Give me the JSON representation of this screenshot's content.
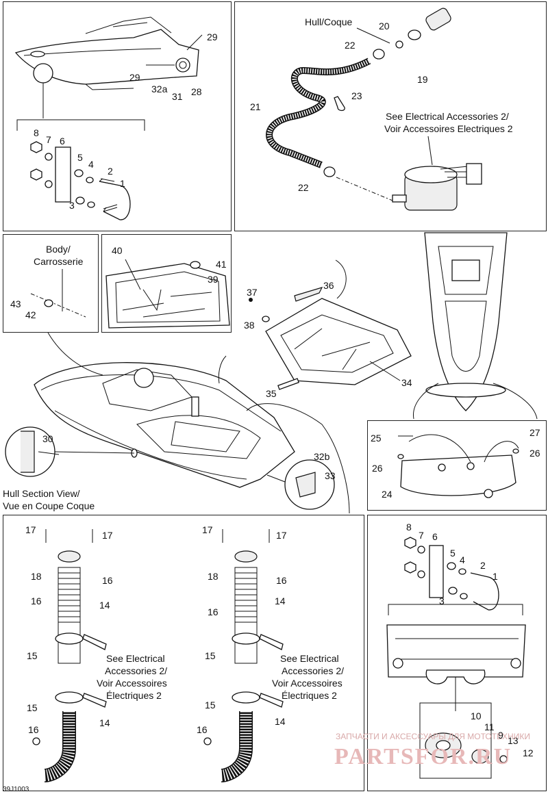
{
  "diagram_code": "39J1003",
  "watermark": {
    "top_text": "ЗАПЧАСТИ И АКСЕССУАРЫ ДЛЯ МОТОТЕХНИКИ",
    "brand_text": "PARTSFOR.RU"
  },
  "panel_stern": {
    "callouts": [
      "29",
      "29",
      "32a",
      "31",
      "28",
      "8",
      "7",
      "6",
      "5",
      "4",
      "2",
      "1",
      "3"
    ]
  },
  "panel_bilge": {
    "hull_label": "Hull/Coque",
    "see_electrical": "See Electrical Accessories 2/",
    "see_electrical_fr": "Voir Accessoires Electriques 2",
    "callouts": [
      "20",
      "22",
      "19",
      "23",
      "21",
      "22"
    ]
  },
  "panel_body": {
    "body_label": "Body/",
    "body_label_fr": "Carrosserie",
    "callouts": [
      "43",
      "42",
      "40",
      "41",
      "39",
      "37",
      "36",
      "38",
      "34",
      "35"
    ]
  },
  "panel_hull": {
    "section_label": "Hull Section View/",
    "section_label_fr": "Vue en Coupe Coque",
    "callouts": [
      "30",
      "32b",
      "33"
    ]
  },
  "panel_cover": {
    "callouts": [
      "25",
      "27",
      "26",
      "26",
      "24"
    ]
  },
  "panel_vent_left": {
    "note_lines": [
      "See Electrical",
      "Accessories 2/",
      "Voir Accessoires",
      "Électriques 2"
    ],
    "callouts": [
      "17",
      "17",
      "18",
      "16",
      "16",
      "14",
      "15",
      "15",
      "16",
      "14"
    ]
  },
  "panel_vent_right": {
    "note_lines": [
      "See Electrical",
      "Accessories 2/",
      "Voir Accessoires",
      "Électriques 2"
    ],
    "callouts": [
      "17",
      "17",
      "18",
      "16",
      "16",
      "14",
      "15",
      "15",
      "16",
      "14"
    ]
  },
  "panel_drain": {
    "callouts": [
      "8",
      "7",
      "6",
      "5",
      "4",
      "2",
      "1",
      "3",
      "10",
      "11",
      "9",
      "13",
      "12"
    ]
  }
}
